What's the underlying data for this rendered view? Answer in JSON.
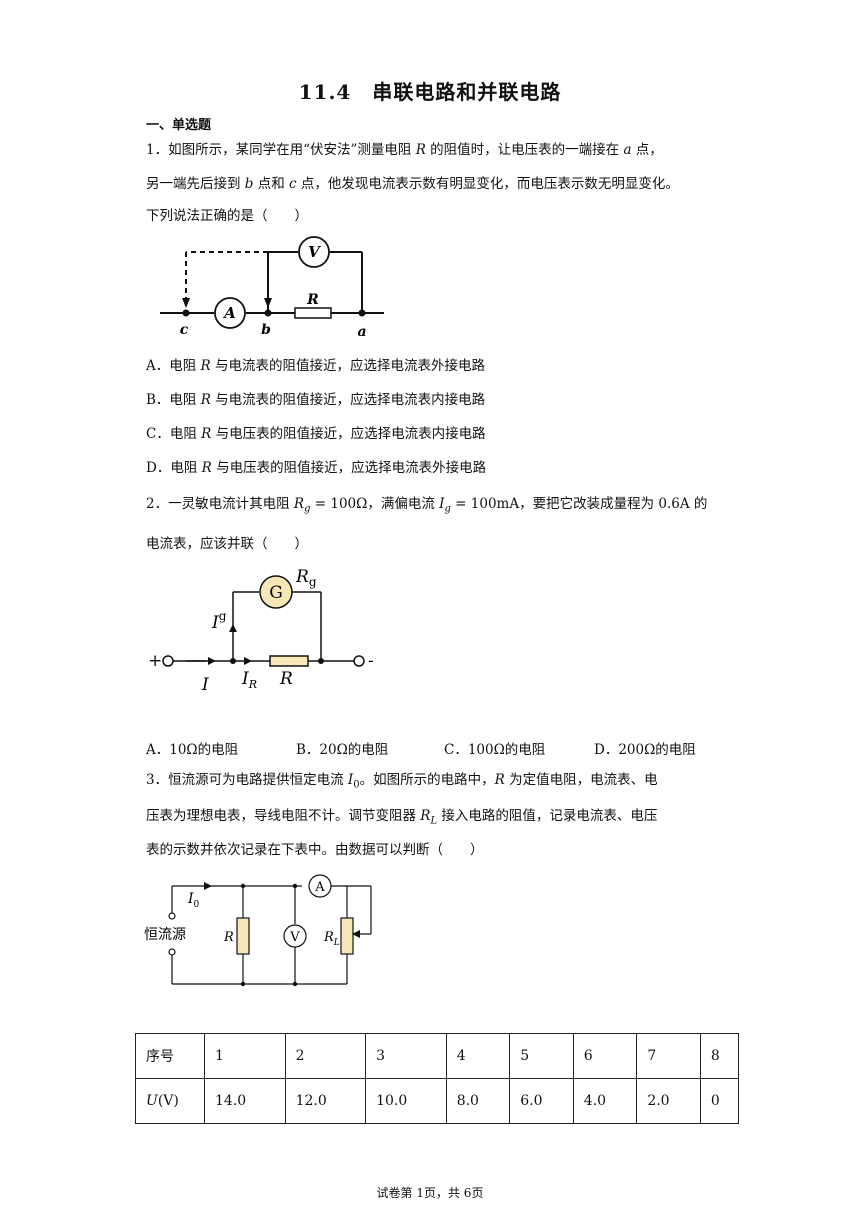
{
  "title": "11.4　串联电路和并联电路",
  "section": "一、单选题",
  "q1": {
    "line1_a": "1．如图所示，某同学在用“伏安法”测量电阻 ",
    "var_R": "R",
    "line1_b": " 的阻值时，让电压表的一端接在 ",
    "var_a": "a",
    "line1_c": " 点，",
    "line2_a": "另一端先后接到 ",
    "var_b": "b",
    "line2_b": " 点和 ",
    "var_c": "c",
    "line2_c": " 点，他发现电流表示数有明显变化，而电压表示数无明显变化。",
    "line3": "下列说法正确的是（　　）",
    "figure_labels": {
      "V": "V",
      "A": "A",
      "R": "R",
      "a": "a",
      "b": "b",
      "c": "c"
    },
    "options": [
      {
        "letter": "A．电阻 ",
        "text": " 与电流表的阻值接近，应选择电流表外接电路"
      },
      {
        "letter": "B．电阻 ",
        "text": " 与电流表的阻值接近，应选择电流表内接电路"
      },
      {
        "letter": "C．电阻 ",
        "text": " 与电压表的阻值接近，应选择电流表内接电路"
      },
      {
        "letter": "D．电阻 ",
        "text": " 与电压表的阻值接近，应选择电流表外接电路"
      }
    ]
  },
  "q2": {
    "line1_a": "2．一灵敏电流计其电阻 ",
    "rg": "R",
    "rg_sub": "g",
    "rg_val": " = 100Ω，",
    "line1_b": "满偏电流 ",
    "ig": "I",
    "ig_sub": "g",
    "ig_val": " = 100mA，",
    "line1_c": "要把它改装成量程为 0.6A 的",
    "line2": "电流表，应该并联（　　）",
    "figure_labels": {
      "G": "G",
      "Rg": "R",
      "Rg_sub": "g",
      "Ig": "I",
      "Ig_sub": "g",
      "I": "I",
      "IR": "I",
      "IR_sub": "R",
      "R": "R",
      "plus": "+",
      "minus": "-"
    },
    "options": [
      {
        "letter": "A．",
        "text": "10Ω的电阻"
      },
      {
        "letter": "B．",
        "text": "20Ω的电阻"
      },
      {
        "letter": "C．",
        "text": "100Ω的电阻"
      },
      {
        "letter": "D．",
        "text": "200Ω的电阻"
      }
    ]
  },
  "q3": {
    "line1_a": "3．恒流源可为电路提供恒定电流 ",
    "i0": "I",
    "i0_sub": "0",
    "line1_b": "。如图所示的电路中，",
    "var_R": "R",
    "line1_c": " 为定值电阻，电流表、电",
    "line2": "压表为理想电表，导线电阻不计。调节变阻器 ",
    "rl": "R",
    "rl_sub": "L",
    "line2_b": " 接入电路的阻值，记录电流表、电压",
    "line3": "表的示数并依次记录在下表中。由数据可以判断（　　）",
    "figure_labels": {
      "source": "恒流源",
      "I0": "I",
      "I0_sub": "0",
      "R": "R",
      "V": "V",
      "A": "A",
      "RL": "R",
      "RL_sub": "L"
    },
    "table": {
      "row1_head": "序号",
      "row1": [
        "1",
        "2",
        "3",
        "4",
        "5",
        "6",
        "7",
        "8"
      ],
      "row2_head_var": "U",
      "row2_head_unit": "(V)",
      "row2": [
        "14.0",
        "12.0",
        "10.0",
        "8.0",
        "6.0",
        "4.0",
        "2.0",
        "0"
      ]
    }
  },
  "footer": "试卷第 1页，共 6页"
}
